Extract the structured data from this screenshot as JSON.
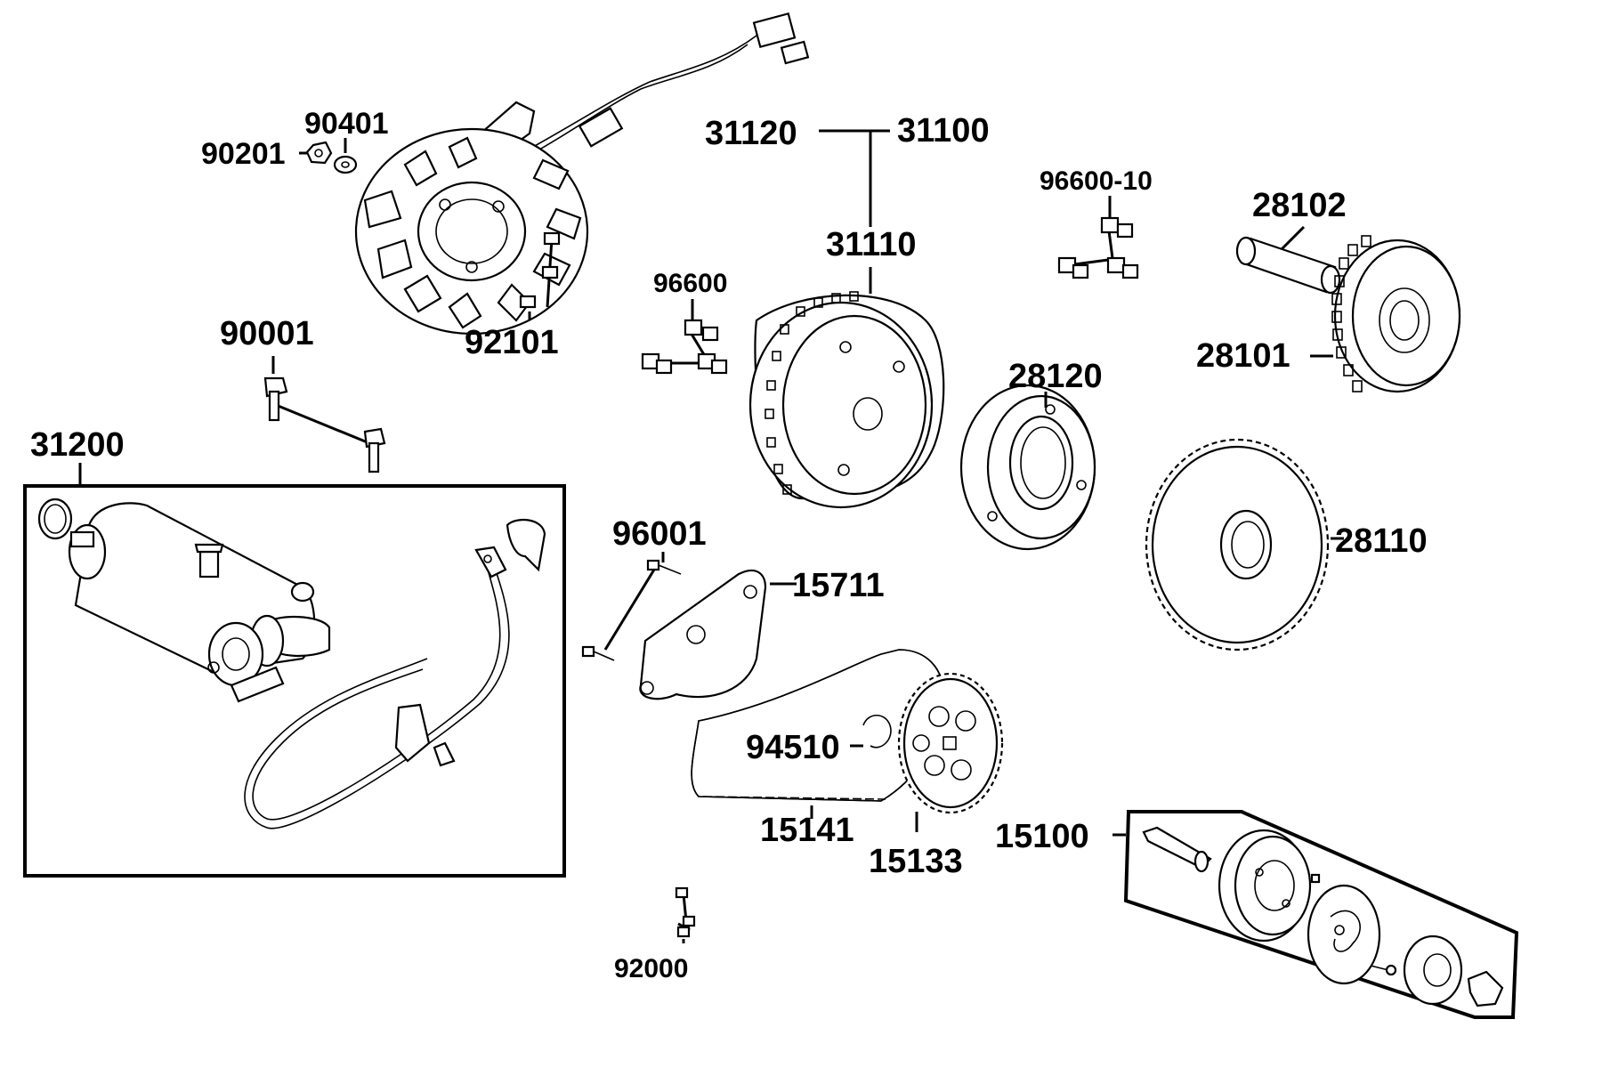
{
  "labels": {
    "p90401": "90401",
    "p90201": "90201",
    "p31120": "31120",
    "p31100": "31100",
    "p96600_10": "96600-10",
    "p28102": "28102",
    "p31110": "31110",
    "p96600": "96600",
    "p92101": "92101",
    "p90001": "90001",
    "p28101": "28101",
    "p28120": "28120",
    "p31200": "31200",
    "p28110": "28110",
    "p96001": "96001",
    "p15711": "15711",
    "p94510": "94510",
    "p15141": "15141",
    "p15133": "15133",
    "p15100": "15100",
    "p92000": "92000"
  },
  "icons": {
    "stator": "stator-coil-icon",
    "flywheel": "flywheel-rotor-icon",
    "starter_motor": "starter-motor-icon",
    "starter_clutch": "starter-clutch-icon",
    "sprocket": "sprocket-icon",
    "chain": "chain-icon",
    "oil_pump": "oil-pump-icon"
  }
}
